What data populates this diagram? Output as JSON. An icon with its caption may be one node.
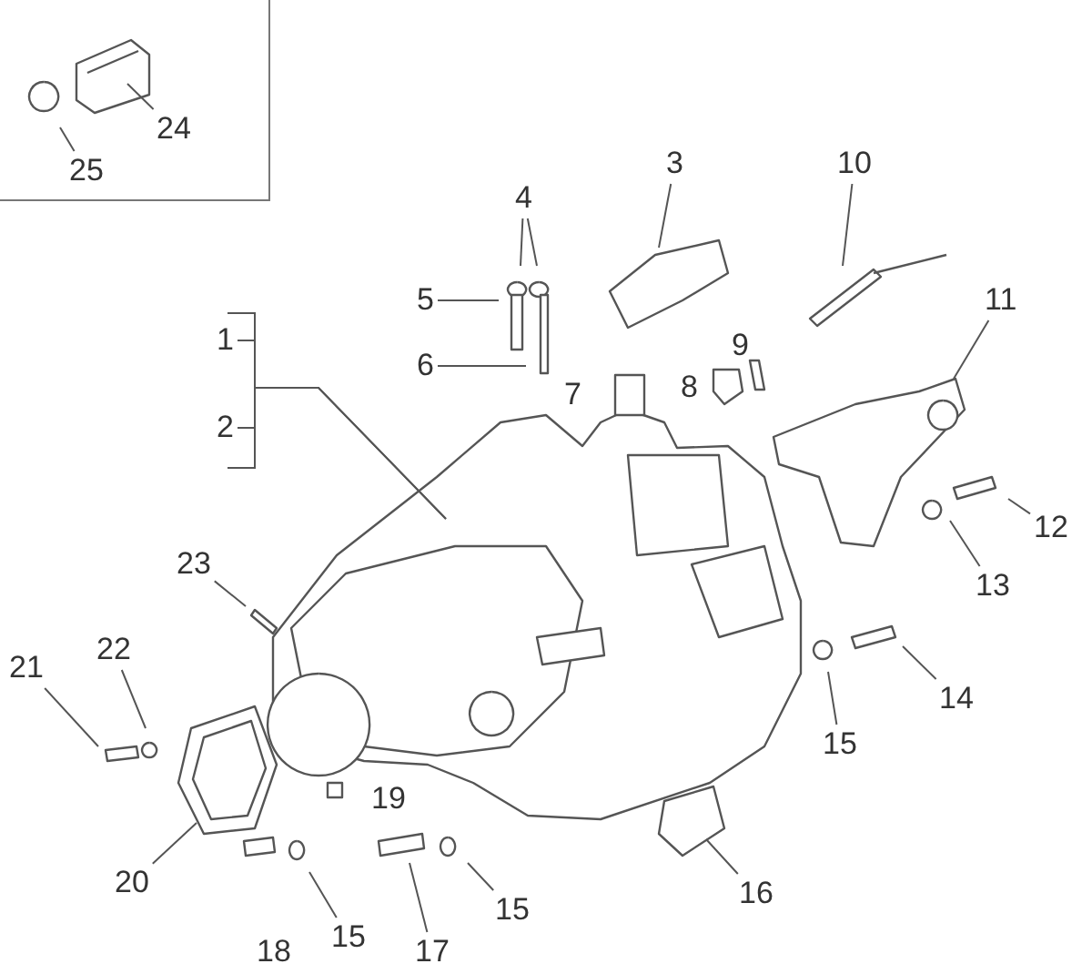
{
  "diagram": {
    "nodes": [
      {
        "text": [
          "24"
        ]
      },
      {
        "text": [
          "25"
        ]
      },
      {
        "text": [
          "3"
        ]
      },
      {
        "text": [
          "10"
        ]
      },
      {
        "text": [
          "4"
        ]
      },
      {
        "text": [
          "5"
        ]
      },
      {
        "text": [
          "6"
        ]
      },
      {
        "text": [
          "1"
        ]
      },
      {
        "text": [
          "2"
        ]
      },
      {
        "text": [
          "11"
        ]
      },
      {
        "text": [
          "9"
        ]
      },
      {
        "text": [
          "8"
        ]
      },
      {
        "text": [
          "7"
        ]
      },
      {
        "text": [
          "23"
        ]
      },
      {
        "text": [
          "12"
        ]
      },
      {
        "text": [
          "13"
        ]
      },
      {
        "text": [
          "22"
        ]
      },
      {
        "text": [
          "21"
        ]
      },
      {
        "text": [
          "14"
        ]
      },
      {
        "text": [
          "15"
        ]
      },
      {
        "text": [
          "20"
        ]
      },
      {
        "text": [
          "19"
        ]
      },
      {
        "text": [
          "16"
        ]
      },
      {
        "text": [
          "18"
        ]
      },
      {
        "text": [
          "15"
        ]
      },
      {
        "text": [
          "17"
        ]
      },
      {
        "text": [
          "15"
        ]
      }
    ],
    "edges": [
      {
        "from": 0,
        "to": null,
        "arrow": "none"
      },
      {
        "from": 1,
        "to": null,
        "arrow": "none"
      },
      {
        "from": 2,
        "to": null,
        "arrow": "none"
      },
      {
        "from": 3,
        "to": null,
        "arrow": "none"
      },
      {
        "from": 4,
        "to": null,
        "arrow": "none"
      },
      {
        "from": 4,
        "to": null,
        "arrow": "none"
      },
      {
        "from": 5,
        "to": null,
        "arrow": "none"
      },
      {
        "from": 6,
        "to": null,
        "arrow": "none"
      },
      {
        "from": 7,
        "to": null,
        "arrow": "none"
      },
      {
        "from": 8,
        "to": null,
        "arrow": "none"
      },
      {
        "from": 9,
        "to": null,
        "arrow": "none"
      },
      {
        "from": 13,
        "to": null,
        "arrow": "none"
      },
      {
        "from": 14,
        "to": null,
        "arrow": "none"
      },
      {
        "from": 15,
        "to": null,
        "arrow": "none"
      },
      {
        "from": 18,
        "to": null,
        "arrow": "none"
      },
      {
        "from": 19,
        "to": null,
        "arrow": "none"
      },
      {
        "from": 16,
        "to": null,
        "arrow": "none"
      },
      {
        "from": 17,
        "to": null,
        "arrow": "none"
      },
      {
        "from": 20,
        "to": null,
        "arrow": "none"
      },
      {
        "from": 22,
        "to": null,
        "arrow": "none"
      },
      {
        "from": 24,
        "to": null,
        "arrow": "none"
      },
      {
        "from": 25,
        "to": null,
        "arrow": "none"
      },
      {
        "from": 26,
        "to": null,
        "arrow": "none"
      }
    ]
  }
}
